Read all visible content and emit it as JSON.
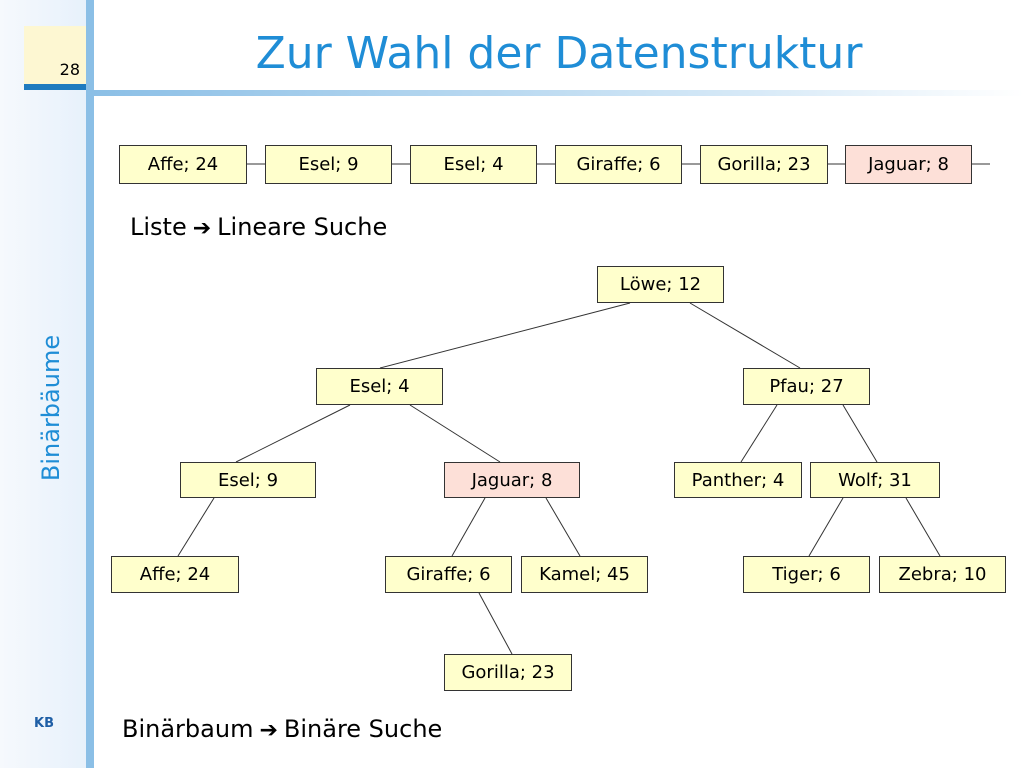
{
  "slide": {
    "page_number": "28",
    "title": "Zur Wahl der Datenstruktur",
    "side_title": "Binärbäume",
    "footer": "KB"
  },
  "list": {
    "nodes": [
      "Affe; 24",
      "Esel; 9",
      "Esel; 4",
      "Giraffe; 6",
      "Gorilla; 23",
      "Jaguar; 8"
    ],
    "highlighted": "Jaguar; 8",
    "caption_left": "Liste",
    "caption_right": "Lineare Suche"
  },
  "tree": {
    "root": "Löwe; 12",
    "edges": [
      [
        "Löwe; 12",
        "Esel; 4"
      ],
      [
        "Löwe; 12",
        "Pfau; 27"
      ],
      [
        "Esel; 4",
        "Esel; 9"
      ],
      [
        "Esel; 4",
        "Jaguar; 8"
      ],
      [
        "Esel; 9",
        "Affe; 24"
      ],
      [
        "Jaguar; 8",
        "Giraffe; 6"
      ],
      [
        "Jaguar; 8",
        "Kamel; 45"
      ],
      [
        "Giraffe; 6",
        "Gorilla; 23"
      ],
      [
        "Pfau; 27",
        "Panther; 4"
      ],
      [
        "Pfau; 27",
        "Wolf; 31"
      ],
      [
        "Wolf; 31",
        "Tiger; 6"
      ],
      [
        "Wolf; 31",
        "Zebra; 10"
      ]
    ],
    "nodes": {
      "loewe": "Löwe; 12",
      "esel4": "Esel; 4",
      "pfau": "Pfau; 27",
      "esel9": "Esel; 9",
      "jaguar": "Jaguar; 8",
      "panther": "Panther; 4",
      "wolf": "Wolf; 31",
      "affe": "Affe; 24",
      "giraffe": "Giraffe; 6",
      "kamel": "Kamel; 45",
      "tiger": "Tiger; 6",
      "zebra": "Zebra; 10",
      "gorilla": "Gorilla; 23"
    },
    "highlighted": "Jaguar; 8",
    "caption_left": "Binärbaum",
    "caption_right": "Binäre Suche"
  },
  "colors": {
    "title": "#1f8dd6",
    "node_fill": "#ffffcc",
    "node_highlight_fill": "#fde0d8",
    "accent_rule": "#8bbfe6"
  },
  "icons": {
    "arrow": "right-arrow-icon"
  }
}
